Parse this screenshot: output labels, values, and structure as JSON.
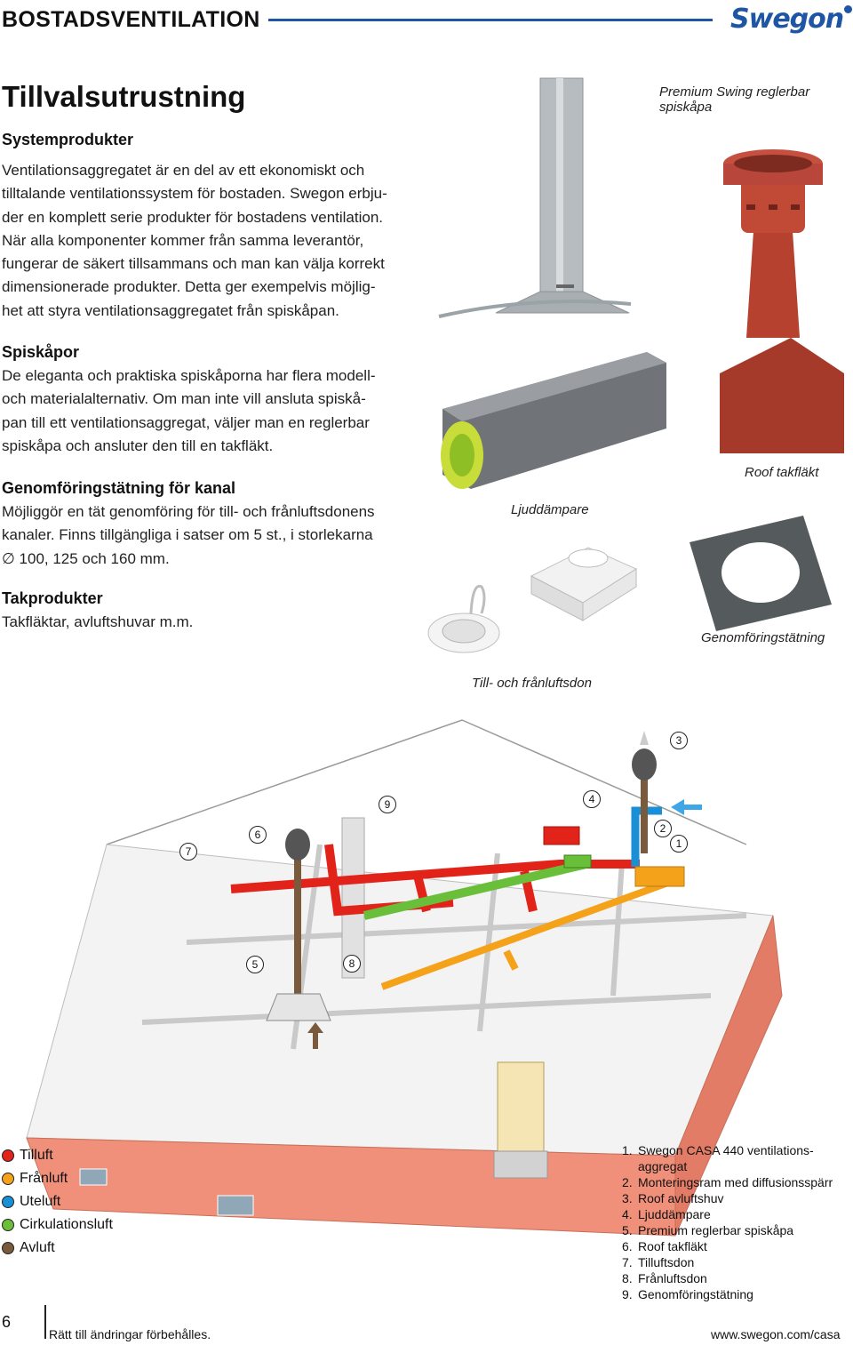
{
  "header": {
    "section_title": "BOSTADSVENTILATION",
    "logo_text": "Swegon",
    "brand_color": "#1e55a5"
  },
  "page_title": "Tillvalsutrustning",
  "sections": [
    {
      "heading": "Systemprodukter",
      "lines": [
        "Ventilationsaggregatet är en del av ett ekonomiskt och",
        "tilltalande ventilationssystem för bostaden. Swegon erbju-",
        "der en komplett serie produkter för bostadens ventilation.",
        "När alla komponenter kommer från samma leverantör,",
        "fungerar de säkert tillsammans och man kan välja korrekt",
        "dimensionerade produkter. Detta ger exempelvis möjlig-",
        "het att styra ventilationsaggregatet från spiskåpan."
      ]
    },
    {
      "heading": "Spiskåpor",
      "lines": [
        "De eleganta och praktiska spiskåporna har flera modell-",
        "och materialalternativ. Om man inte vill ansluta spiskå-",
        "pan till ett ventilationsaggregat, väljer man en reglerbar",
        "spiskåpa och ansluter den till en takfläkt."
      ]
    },
    {
      "heading": "Genomföringstätning för kanal",
      "lines": [
        "Möjliggör en tät genomföring för till- och frånluftsdonens",
        "kanaler. Finns tillgängliga i satser om 5 st., i storlekarna",
        "∅ 100, 125 och 160 mm."
      ]
    },
    {
      "heading": "Takprodukter",
      "lines": [
        "Takfläktar, avluftshuvar m.m."
      ]
    }
  ],
  "captions": {
    "hood": "Premium Swing reglerbar spiskåpa",
    "roof_fan": "Roof takfläkt",
    "silencer": "Ljuddämpare",
    "sealing": "Genomföringstätning",
    "diffusers": "Till- och frånluftsdon"
  },
  "callouts": [
    "1",
    "2",
    "3",
    "4",
    "5",
    "6",
    "7",
    "8",
    "9"
  ],
  "legend": [
    {
      "label": "Tilluft",
      "color": "#e2231a"
    },
    {
      "label": "Frånluft",
      "color": "#f5a21b"
    },
    {
      "label": "Uteluft",
      "color": "#1b8fd6"
    },
    {
      "label": "Cirkulationsluft",
      "color": "#6abf3a"
    },
    {
      "label": "Avluft",
      "color": "#7a5a3c"
    }
  ],
  "components": [
    {
      "num": "1.",
      "text": "Swegon CASA 440 ventilations-",
      "cont": "aggregat"
    },
    {
      "num": "2.",
      "text": "Monteringsram med diffusionsspärr"
    },
    {
      "num": "3.",
      "text": "Roof avluftshuv"
    },
    {
      "num": "4.",
      "text": "Ljuddämpare"
    },
    {
      "num": "5.",
      "text": "Premium reglerbar spiskåpa"
    },
    {
      "num": "6.",
      "text": "Roof takfläkt"
    },
    {
      "num": "7.",
      "text": "Tilluftsdon"
    },
    {
      "num": "8.",
      "text": "Frånluftsdon"
    },
    {
      "num": "9.",
      "text": "Genomföringstätning"
    }
  ],
  "footer": {
    "page_number": "6",
    "disclaimer": "Rätt till ändringar förbehålles.",
    "url": "www.swegon.com/casa"
  }
}
